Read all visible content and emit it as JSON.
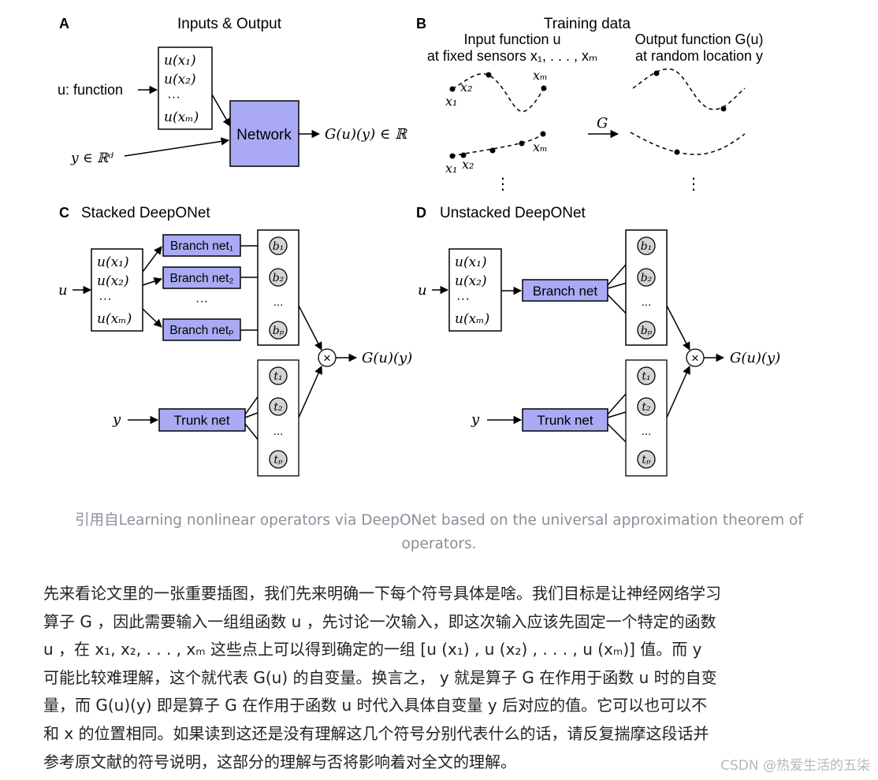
{
  "figure": {
    "panelA": {
      "letter": "A",
      "title": "Inputs & Output",
      "input_u": "u: function",
      "sensors": [
        "u(x₁)",
        "u(x₂)",
        "···",
        "u(xₘ)"
      ],
      "input_y": "y ∈ ℝᵈ",
      "network": "Network",
      "output": "G(u)(y) ∈ ℝ"
    },
    "panelB": {
      "letter": "B",
      "title": "Training data",
      "input_heading_1": "Input function u",
      "input_heading_2": "at fixed sensors x₁, . . . , xₘ",
      "output_heading_1": "Output function G(u)",
      "output_heading_2": "at random location y",
      "operator": "G",
      "labels": [
        "x₁",
        "x₂",
        "xₘ",
        "x₁",
        "x₂",
        "xₘ"
      ],
      "vdots": "⋮"
    },
    "panelC": {
      "letter": "C",
      "title": "Stacked DeepONet",
      "input_u": "u",
      "sensors": [
        "u(x₁)",
        "u(x₂)",
        "···",
        "u(xₘ)"
      ],
      "branches": [
        "Branch net₁",
        "Branch net₂",
        "···",
        "Branch netₚ"
      ],
      "b_nodes": [
        "b₁",
        "b₂",
        "...",
        "bₚ"
      ],
      "input_y": "y",
      "trunk": "Trunk net",
      "t_nodes": [
        "t₁",
        "t₂",
        "...",
        "tₚ"
      ],
      "mult": "×",
      "output": "G(u)(y)"
    },
    "panelD": {
      "letter": "D",
      "title": "Unstacked DeepONet",
      "input_u": "u",
      "sensors": [
        "u(x₁)",
        "u(x₂)",
        "···",
        "u(xₘ)"
      ],
      "branch": "Branch net",
      "b_nodes": [
        "b₁",
        "b₂",
        "...",
        "bₚ"
      ],
      "input_y": "y",
      "trunk": "Trunk net",
      "t_nodes": [
        "t₁",
        "t₂",
        "...",
        "tₚ"
      ],
      "mult": "×",
      "output": "G(u)(y)"
    }
  },
  "caption": "引用自Learning nonlinear operators via DeepONet based on the universal approximation theorem of operators.",
  "body_lines": [
    "先来看论文里的一张重要插图，我们先来明确一下每个符号具体是啥。我们目标是让神经网络学习",
    "算子 G ，因此需要输入一组组函数 u ，先讨论一次输入，即这次输入应该先固定一个特定的函数",
    "u ，在 x₁, x₂, . . . , xₘ 这些点上可以得到确定的一组 [u (x₁) , u (x₂) , . . . , u (xₘ)] 值。而 y",
    "可能比较难理解，这个就代表 G(u) 的自变量。换言之， y 就是算子 G 在作用于函数 u 时的自变",
    "量，而 G(u)(y) 即是算子 G 在作用于函数 u 时代入具体自变量 y 后对应的值。它可以也可以不",
    "和 x 的位置相同。如果读到这还是没有理解这几个符号分别代表什么的话，请反复揣摩这段话并",
    "参考原文献的符号说明，这部分的理解与否将影响着对全文的理解。"
  ],
  "watermark": "CSDN @热爱生活的五柒",
  "colors": {
    "network_fill": "#aaaaf4",
    "node_fill": "#d4d4d4",
    "caption": "#8a9099"
  }
}
